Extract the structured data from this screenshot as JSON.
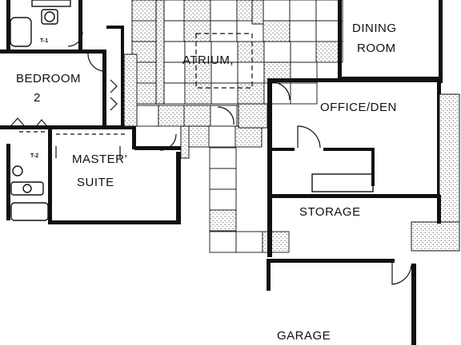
{
  "rooms": {
    "dining": {
      "line1": "DINING",
      "line2": "ROOM"
    },
    "atrium": "ATRIUM,",
    "bedroom2": {
      "line1": "BEDROOM",
      "line2": "2"
    },
    "office": "OFFICE/DEN",
    "master": {
      "line1": "MASTER’",
      "line2": "SUITE"
    },
    "storage": "STORAGE",
    "garage": "GARAGE"
  },
  "tags": {
    "t1": "T-1",
    "t2": "T-2"
  }
}
